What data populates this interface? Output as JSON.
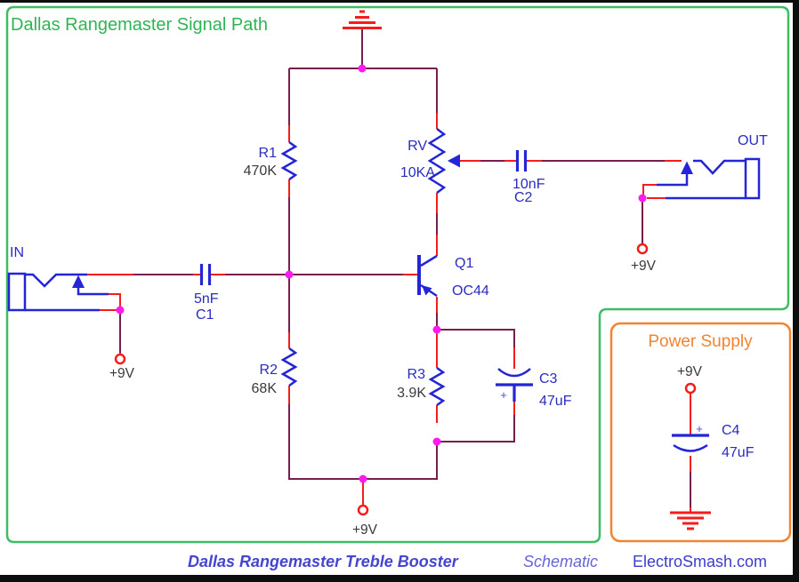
{
  "header": {
    "title": "Dallas Rangemaster Signal Path"
  },
  "schematic": {
    "jacks": {
      "in_label": "IN",
      "out_label": "OUT"
    },
    "supplies": {
      "in_9v": "+9V",
      "out_9v": "+9V",
      "bottom_9v": "+9V",
      "ps_9v": "+9V"
    },
    "resistors": {
      "r1": {
        "name": "R1",
        "value": "470K"
      },
      "r2": {
        "name": "R2",
        "value": "68K"
      },
      "r3": {
        "name": "R3",
        "value": "3.9K"
      }
    },
    "potentiometer": {
      "name": "RV",
      "value": "10KA"
    },
    "capacitors": {
      "c1": {
        "value": "5nF",
        "name": "C1"
      },
      "c2": {
        "value": "10nF",
        "name": "C2"
      },
      "c3": {
        "name": "C3",
        "value": "47uF",
        "polarity": "+"
      },
      "c4": {
        "name": "C4",
        "value": "47uF",
        "polarity": "+"
      }
    },
    "transistor": {
      "name": "Q1",
      "value": "OC44"
    }
  },
  "power_supply": {
    "title": "Power Supply"
  },
  "footer": {
    "title": "Dallas Rangemaster Treble Booster",
    "type": "Schematic",
    "site": "ElectroSmash.com"
  },
  "colors": {
    "signal_box_green": "#3ebd63",
    "title_green": "#2eb553",
    "power_box_orange": "#f08432",
    "wire_maroon": "#75204c",
    "lead_red": "#f51c1c",
    "component_blue": "#2325d6",
    "label_blue": "#2a2cc0",
    "label_dark": "#3a3a3a",
    "junction_magenta": "#fb1bf0",
    "footer_blue": "#4545d0",
    "frame_black": "#0d0d0d"
  }
}
